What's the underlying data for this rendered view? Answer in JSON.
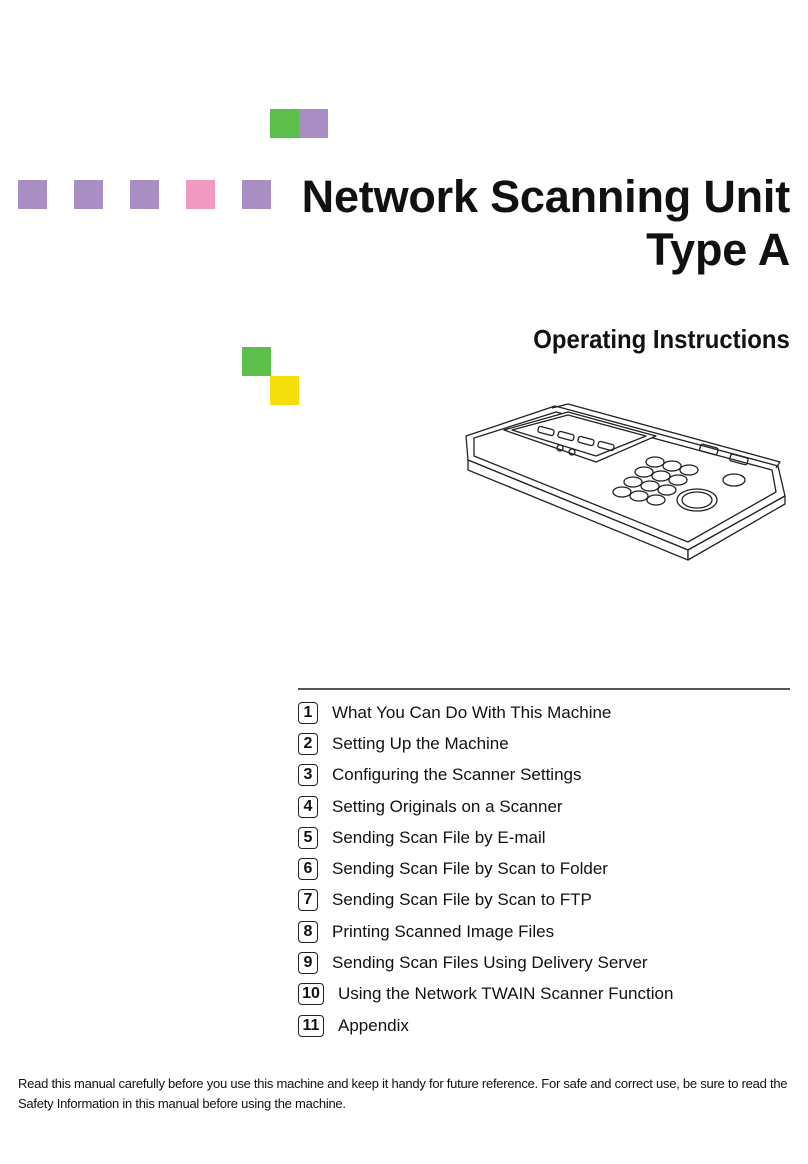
{
  "document": {
    "title_line1": "Network Scanning Unit",
    "title_line2": "Type A",
    "subtitle": "Operating Instructions"
  },
  "colors": {
    "purple": "#a98ec4",
    "green": "#5cbf4c",
    "pink": "#f19ac0",
    "yellow": "#f5df0a"
  },
  "toc": {
    "items": [
      {
        "num": "1",
        "label": "What You Can Do With This Machine"
      },
      {
        "num": "2",
        "label": "Setting Up the Machine"
      },
      {
        "num": "3",
        "label": "Configuring the Scanner Settings"
      },
      {
        "num": "4",
        "label": "Setting Originals on a Scanner"
      },
      {
        "num": "5",
        "label": "Sending Scan File by E-mail"
      },
      {
        "num": "6",
        "label": "Sending Scan File by Scan to Folder"
      },
      {
        "num": "7",
        "label": "Sending Scan File by Scan to FTP"
      },
      {
        "num": "8",
        "label": "Printing Scanned Image Files"
      },
      {
        "num": "9",
        "label": "Sending Scan Files Using Delivery Server"
      },
      {
        "num": "10",
        "label": "Using the Network TWAIN Scanner Function"
      },
      {
        "num": "11",
        "label": "Appendix"
      }
    ]
  },
  "footer": {
    "text": "Read this manual carefully before you use this machine and keep it handy for future reference. For safe and correct use, be sure to read the Safety Information in this manual before using the machine."
  }
}
